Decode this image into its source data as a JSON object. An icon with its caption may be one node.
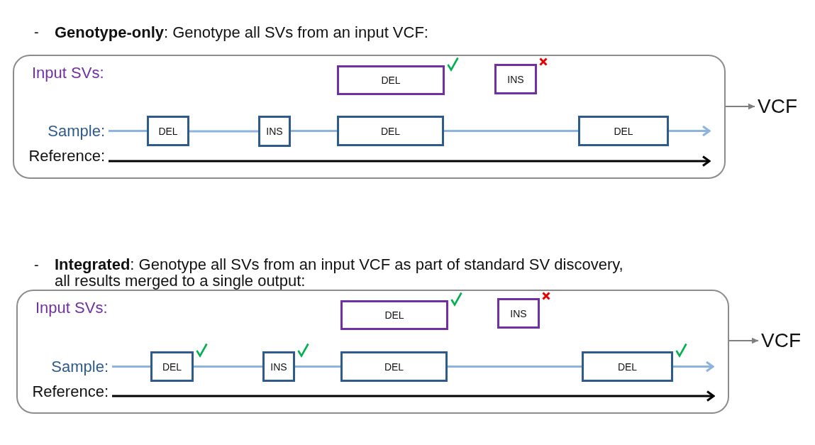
{
  "diagram": {
    "nodes": [
      {
        "text": [
          "**Genotype-only**: Genotype all SVs from an input VCF:"
        ]
      },
      {
        "text": [
          "DEL"
        ],
        "in": 0
      },
      {
        "text": [
          "INS"
        ],
        "in": 0
      },
      {
        "text": [
          "Sample:"
        ],
        "in": 0
      },
      {
        "text": [
          "DEL"
        ],
        "in": 0
      },
      {
        "text": [
          "INS"
        ],
        "in": 0
      },
      {
        "text": [
          "DEL"
        ],
        "in": 0
      },
      {
        "text": [
          "DEL"
        ],
        "in": 0
      },
      {
        "text": [
          "Reference:"
        ],
        "in": 0
      },
      {
        "text": [
          "VCF"
        ]
      },
      {
        "text": [
          "**Integrated**: Genotype all SVs from an input VCF as part of standard SV discovery, all results merged to a single output:"
        ]
      },
      {
        "text": [
          "DEL"
        ],
        "in": 10
      },
      {
        "text": [
          "INS"
        ],
        "in": 10
      },
      {
        "text": [
          "Sample:"
        ],
        "in": 10
      },
      {
        "text": [
          "DEL"
        ],
        "in": 10
      },
      {
        "text": [
          "INS"
        ],
        "in": 10
      },
      {
        "text": [
          "DEL"
        ],
        "in": 10
      },
      {
        "text": [
          "DEL"
        ],
        "in": 10
      },
      {
        "text": [
          "Reference:"
        ],
        "in": 10
      },
      {
        "text": [
          "VCF"
        ]
      }
    ],
    "edges": [
      {
        "from": 3,
        "to": 4,
        "arrow": "none"
      },
      {
        "from": 4,
        "to": 5,
        "arrow": "none"
      },
      {
        "from": 5,
        "to": 6,
        "arrow": "none"
      },
      {
        "from": 6,
        "to": 7,
        "arrow": "none"
      },
      {
        "from": 7,
        "to": null,
        "arrow": "to"
      },
      {
        "from": 8,
        "to": null,
        "arrow": "to",
        "color": "#000000"
      },
      {
        "from": 0,
        "to": 9,
        "arrow": "to",
        "color": "#7f7f7f"
      },
      {
        "from": 13,
        "to": 14,
        "arrow": "none"
      },
      {
        "from": 14,
        "to": 15,
        "arrow": "none"
      },
      {
        "from": 15,
        "to": 16,
        "arrow": "none"
      },
      {
        "from": 16,
        "to": 17,
        "arrow": "none"
      },
      {
        "from": 17,
        "to": null,
        "arrow": "to"
      },
      {
        "from": 18,
        "to": null,
        "arrow": "to",
        "color": "#000000"
      },
      {
        "from": 10,
        "to": 19,
        "arrow": "to",
        "color": "#7f7f7f"
      }
    ],
    "labels": [
      "-",
      "Input SVs:",
      "-",
      "Input SVs:"
    ]
  }
}
